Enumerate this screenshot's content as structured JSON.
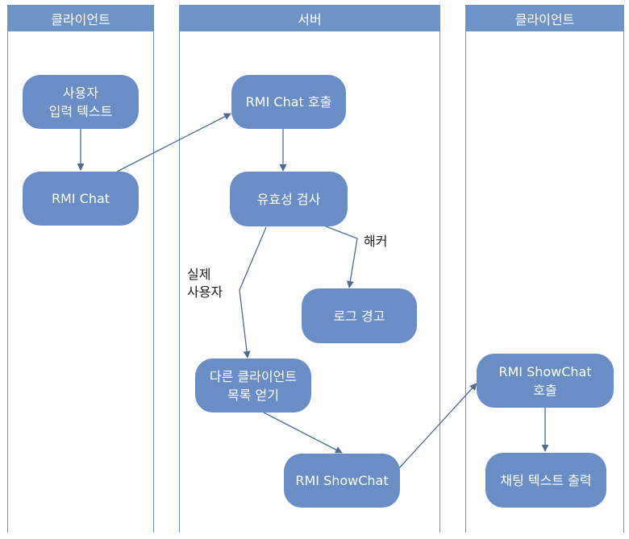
{
  "lanes": {
    "client_left": "클라이언트",
    "server": "서버",
    "client_right": "클라이언트"
  },
  "nodes": {
    "user_input": "사용자\n입력 텍스트",
    "rmi_chat": "RMI Chat",
    "rmi_chat_call": "RMI Chat 호출",
    "validity_check": "유효성 검사",
    "log_warning": "로그 경고",
    "get_other_clients": "다른 클라이언트\n목록 얻기",
    "rmi_showchat": "RMI ShowChat",
    "rmi_showchat_call": "RMI ShowChat\n호출",
    "print_chat_text": "채팅 텍스트 출력"
  },
  "edge_labels": {
    "hacker": "해커",
    "real_user": "실제\n사용자"
  },
  "colors": {
    "lane": "#6f93c7",
    "node": "#6b8dc6",
    "arrow": "#4f6a93"
  }
}
